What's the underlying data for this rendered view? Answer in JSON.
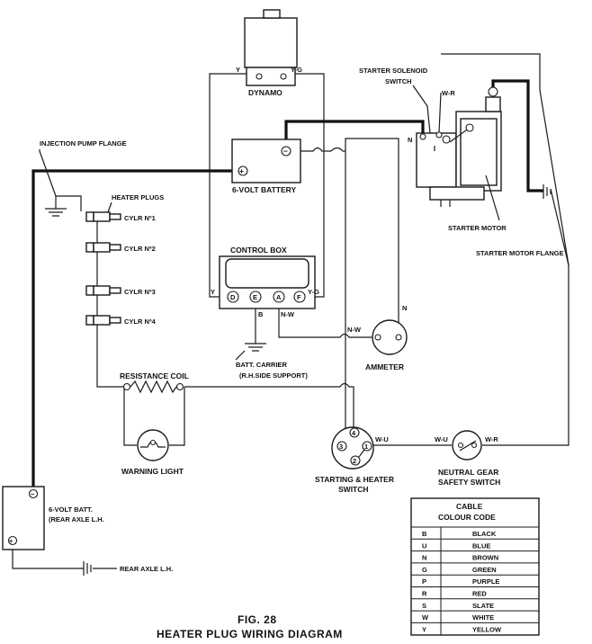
{
  "figure": {
    "number": "FIG. 28",
    "title": "HEATER PLUG WIRING DIAGRAM"
  },
  "components": {
    "dynamo": "DYNAMO",
    "battery_6v": "6-VOLT BATTERY",
    "control_box": "CONTROL BOX",
    "starter_solenoid": [
      "STARTER SOLENOID",
      "SWITCH"
    ],
    "starter_motor": "STARTER MOTOR",
    "starter_motor_flange": "STARTER MOTOR FLANGE",
    "injection_pump_flange": "INJECTION PUMP FLANGE",
    "heater_plugs": "HEATER PLUGS",
    "cyl1": "CYLR Nº1",
    "cyl2": "CYLR Nº2",
    "cyl3": "CYLR Nº3",
    "cyl4": "CYLR Nº4",
    "resistance_coil": "RESISTANCE COIL",
    "warning_light": "WARNING LIGHT",
    "batt_carrier": [
      "BATT. CARRIER",
      "(R.H.SIDE SUPPORT)"
    ],
    "ammeter": "AMMETER",
    "starting_heater_switch": [
      "STARTING & HEATER",
      "SWITCH"
    ],
    "neutral_gear_switch": [
      "NEUTRAL GEAR",
      "SAFETY SWITCH"
    ],
    "batt_rear": [
      "6-VOLT BATT.",
      "(REAR AXLE L.H."
    ],
    "rear_axle": "REAR AXLE L.H."
  },
  "terminals": {
    "plus": "+",
    "minus": "−",
    "cb_D": "D",
    "cb_E": "E",
    "cb_A": "A",
    "cb_F": "F",
    "sw_1": "1",
    "sw_2": "2",
    "sw_3": "3",
    "sw_4": "4"
  },
  "wire_labels": {
    "dyn_y": "Y",
    "dyn_yg": "Y-G",
    "cb_y": "Y",
    "cb_yg": "Y-G",
    "cb_b": "B",
    "cb_nw": "N-W",
    "amm_nw": "N-W",
    "amm_n": "N",
    "sol_n": "N",
    "sol_wr": "W-R",
    "sw_wu": "W-U",
    "ng_wu": "W-U",
    "ng_wr": "W-R"
  },
  "cable_colour_code": {
    "title_line1": "CABLE",
    "title_line2": "COLOUR CODE",
    "rows": [
      {
        "code": "B",
        "colour": "BLACK"
      },
      {
        "code": "U",
        "colour": "BLUE"
      },
      {
        "code": "N",
        "colour": "BROWN"
      },
      {
        "code": "G",
        "colour": "GREEN"
      },
      {
        "code": "P",
        "colour": "PURPLE"
      },
      {
        "code": "R",
        "colour": "RED"
      },
      {
        "code": "S",
        "colour": "SLATE"
      },
      {
        "code": "W",
        "colour": "WHITE"
      },
      {
        "code": "Y",
        "colour": "YELLOW"
      }
    ]
  }
}
